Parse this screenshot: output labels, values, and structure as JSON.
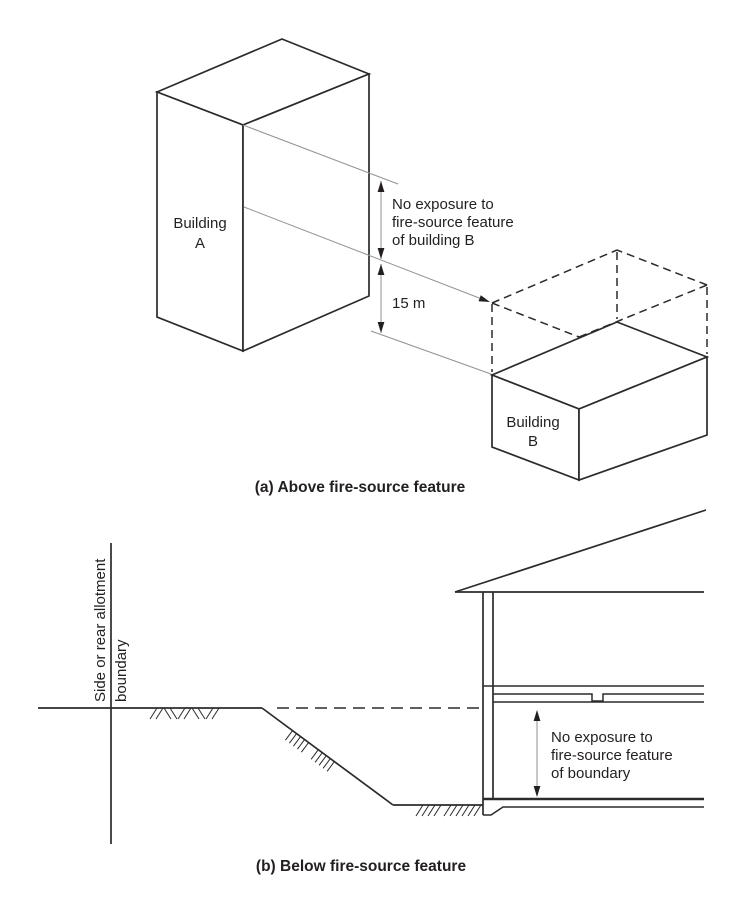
{
  "section_a": {
    "caption": "(a) Above fire-source feature",
    "building_a_label": [
      "Building",
      "A"
    ],
    "building_b_label": [
      "Building",
      "B"
    ],
    "annotation": [
      "No exposure to",
      "fire-source feature",
      "of building B"
    ],
    "dimension_label": "15 m"
  },
  "section_b": {
    "caption": "(b) Below fire-source feature",
    "boundary_label": [
      "Side or rear allotment",
      "boundary"
    ],
    "annotation": [
      "No exposure to",
      "fire-source feature",
      "of boundary"
    ]
  },
  "colors": {
    "line": "#2b2b2b",
    "thin_line": "#8f9193",
    "text": "#231f20",
    "background": "#ffffff"
  }
}
